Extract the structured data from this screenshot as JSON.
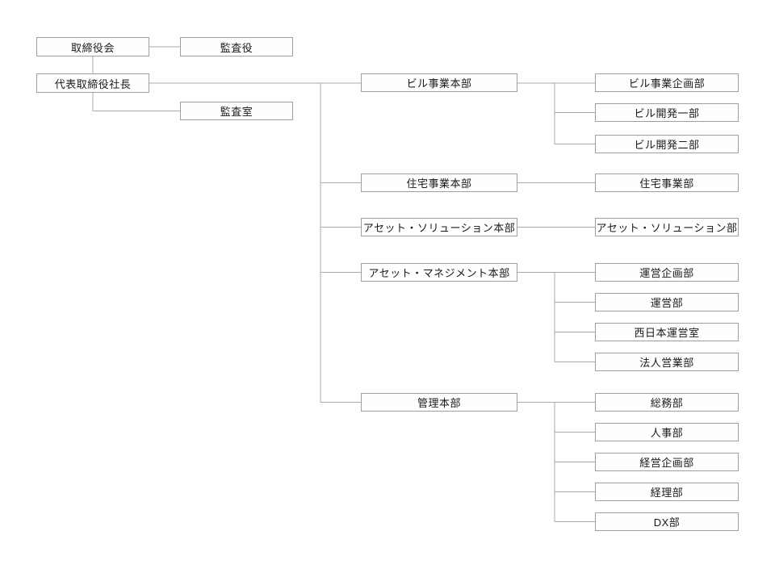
{
  "page": {
    "background_color": "#ffffff"
  },
  "styles": {
    "box_border_color": "#9e9e9e",
    "connector_line_color": "#a9a9a9",
    "text_color": "#1a1a1a"
  },
  "org": {
    "governance": {
      "board": "取締役会",
      "auditor": "監査役",
      "president": "代表取締役社長",
      "audit_office": "監査室"
    },
    "headquarters": [
      {
        "label": "ビル事業本部",
        "departments": [
          "ビル事業企画部",
          "ビル開発一部",
          "ビル開発二部"
        ]
      },
      {
        "label": "住宅事業本部",
        "departments": [
          "住宅事業部"
        ]
      },
      {
        "label": "アセット・ソリューション本部",
        "departments": [
          "アセット・ソリューション部"
        ]
      },
      {
        "label": "アセット・マネジメント本部",
        "departments": [
          "運営企画部",
          "運営部",
          "西日本運営室",
          "法人営業部"
        ]
      },
      {
        "label": "管理本部",
        "departments": [
          "総務部",
          "人事部",
          "経営企画部",
          "経理部",
          "DX部"
        ]
      }
    ]
  }
}
